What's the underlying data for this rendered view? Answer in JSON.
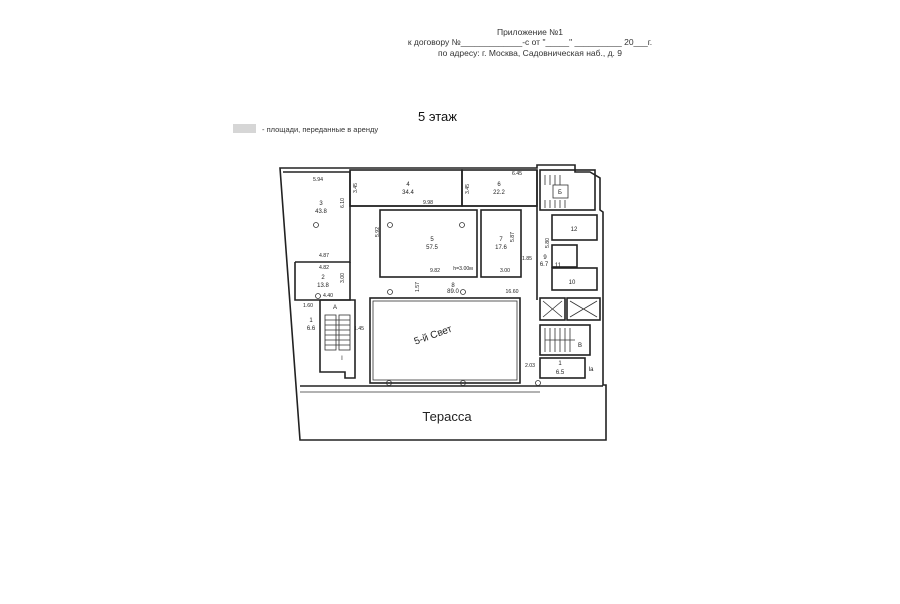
{
  "header": {
    "line1": "Приложение №1",
    "line2": "к договору №_____________-с от \"_____\" __________ 20___г.",
    "line3": "по адресу: г. Москва, Садовническая наб., д. 9"
  },
  "floor_title": "5 этаж",
  "legend": {
    "text": "- площади, переданные в аренду",
    "swatch_color": "#d6d6d6"
  },
  "plan": {
    "rooms": {
      "r3": {
        "num": "3",
        "area": "43.8"
      },
      "r4": {
        "num": "4",
        "area": "34.4"
      },
      "r6": {
        "num": "6",
        "area": "22.2"
      },
      "r5": {
        "num": "5",
        "area": "57.5"
      },
      "r7": {
        "num": "7",
        "area": "17.6"
      },
      "r2": {
        "num": "2",
        "area": "13.8"
      },
      "r8": {
        "num": "8",
        "area": "89.0"
      },
      "r1a": {
        "num": "1",
        "area": "6.6"
      },
      "r1b": {
        "num": "1",
        "area": "6.5"
      },
      "r9": {
        "num": "9",
        "area": "6.7"
      },
      "r10": {
        "num": "10"
      },
      "r11": {
        "num": "11"
      },
      "r12": {
        "num": "12"
      }
    },
    "dims": [
      "5.94",
      "3.45",
      "6.10",
      "9.98",
      "3.45",
      "6.45",
      "5.92",
      "5.87",
      "1.85",
      "4.87",
      "4.82",
      "3.00",
      "9.82",
      "h=3.00м",
      "3.00",
      "5.80",
      "1.57",
      "16.60",
      "4.40",
      "1.60",
      "1.45",
      "2.03"
    ],
    "stairs": {
      "a": "А",
      "b": "Б",
      "v": "В",
      "i": "I",
      "ia": "Iа"
    },
    "atrium": "5-й Свет",
    "terrace": "Терасса"
  }
}
